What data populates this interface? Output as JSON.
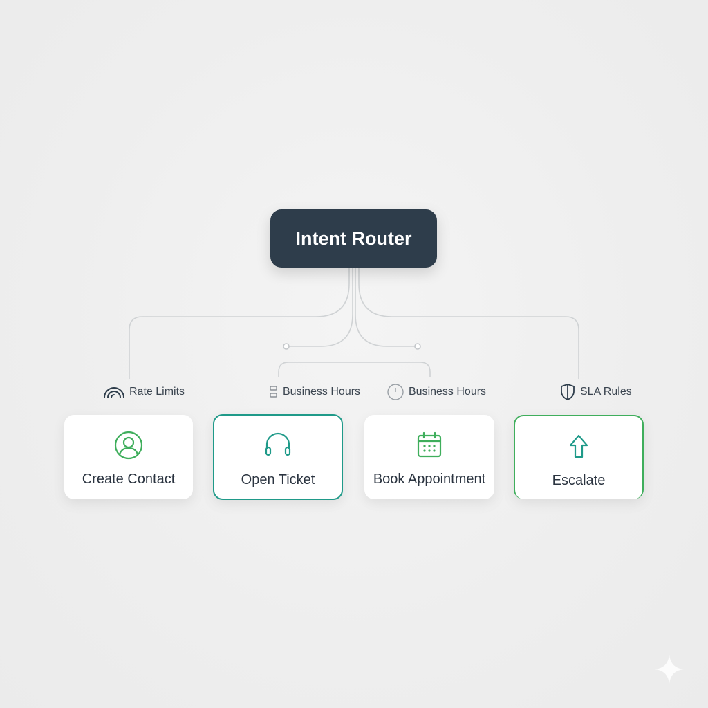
{
  "diagram": {
    "root": {
      "label": "Intent Router"
    },
    "tags": [
      {
        "label": "Rate Limits",
        "icon": "gauge-icon"
      },
      {
        "label": "Business Hours",
        "icon": "split-icon"
      },
      {
        "label": "Business Hours",
        "icon": "clock-icon"
      },
      {
        "label": "SLA Rules",
        "icon": "shield-icon"
      }
    ],
    "actions": [
      {
        "label": "Create Contact",
        "icon": "user-circle-icon"
      },
      {
        "label": "Open Ticket",
        "icon": "headset-icon"
      },
      {
        "label": "Book Appointment",
        "icon": "calendar-icon"
      },
      {
        "label": "Escalate",
        "icon": "arrow-up-icon"
      }
    ]
  },
  "colors": {
    "router_bg": "#2e3d4b",
    "accent_teal": "#1f9a89",
    "accent_green": "#3fae5c",
    "connector": "#cfd2d4"
  }
}
